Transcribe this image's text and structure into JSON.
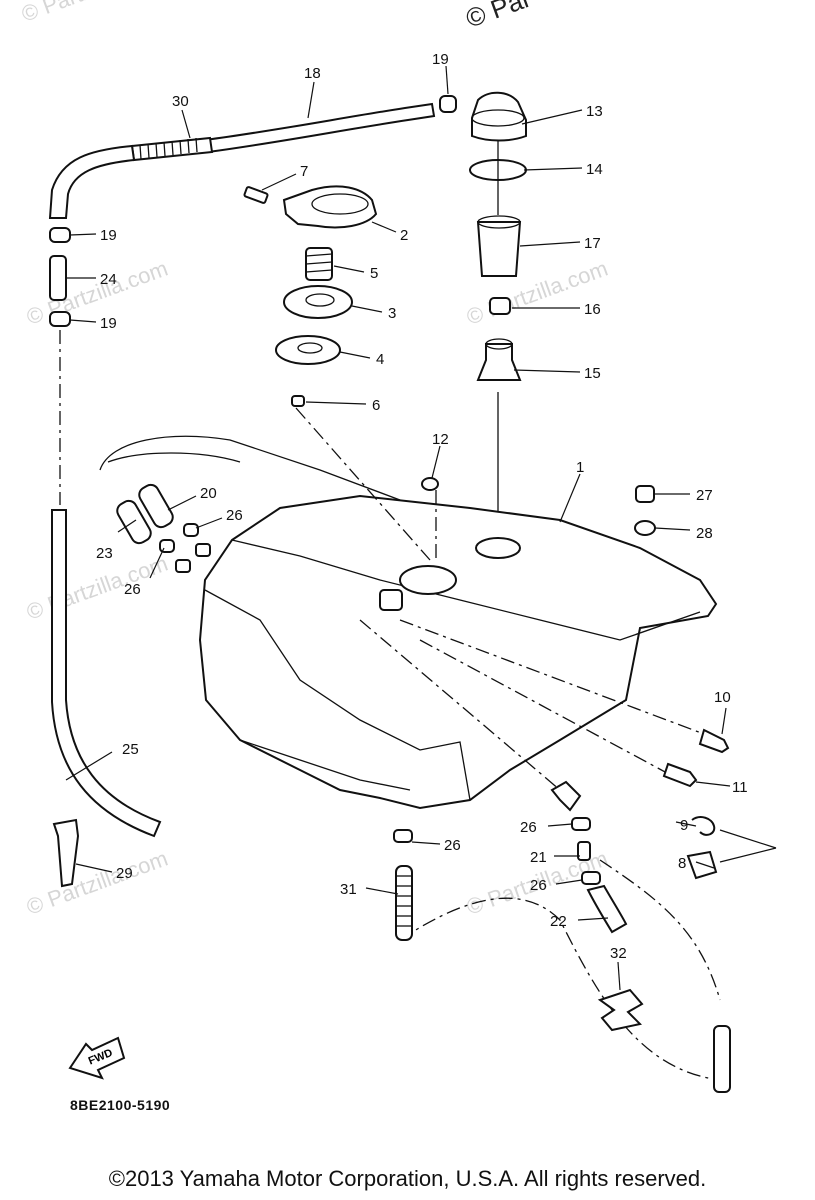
{
  "watermark": "© Partzilla.com",
  "watermark_top": "© Par",
  "diagram_code": "8BE2100-5190",
  "fwd_label": "FWD",
  "copyright": "©2013  Yamaha Motor Corporation, U.S.A. All rights reserved.",
  "callouts": [
    {
      "id": "1",
      "label": "1"
    },
    {
      "id": "2",
      "label": "2"
    },
    {
      "id": "3",
      "label": "3"
    },
    {
      "id": "4",
      "label": "4"
    },
    {
      "id": "5",
      "label": "5"
    },
    {
      "id": "6",
      "label": "6"
    },
    {
      "id": "7",
      "label": "7"
    },
    {
      "id": "8",
      "label": "8"
    },
    {
      "id": "9",
      "label": "9"
    },
    {
      "id": "10",
      "label": "10"
    },
    {
      "id": "11",
      "label": "11"
    },
    {
      "id": "12",
      "label": "12"
    },
    {
      "id": "13",
      "label": "13"
    },
    {
      "id": "14",
      "label": "14"
    },
    {
      "id": "15",
      "label": "15"
    },
    {
      "id": "16",
      "label": "16"
    },
    {
      "id": "17",
      "label": "17"
    },
    {
      "id": "18",
      "label": "18"
    },
    {
      "id": "19a",
      "label": "19"
    },
    {
      "id": "19b",
      "label": "19"
    },
    {
      "id": "19c",
      "label": "19"
    },
    {
      "id": "20",
      "label": "20"
    },
    {
      "id": "21",
      "label": "21"
    },
    {
      "id": "22",
      "label": "22"
    },
    {
      "id": "23",
      "label": "23"
    },
    {
      "id": "24",
      "label": "24"
    },
    {
      "id": "25",
      "label": "25"
    },
    {
      "id": "26a",
      "label": "26"
    },
    {
      "id": "26b",
      "label": "26"
    },
    {
      "id": "26c",
      "label": "26"
    },
    {
      "id": "26d",
      "label": "26"
    },
    {
      "id": "26e",
      "label": "26"
    },
    {
      "id": "27",
      "label": "27"
    },
    {
      "id": "28",
      "label": "28"
    },
    {
      "id": "29",
      "label": "29"
    },
    {
      "id": "30",
      "label": "30"
    },
    {
      "id": "31",
      "label": "31"
    },
    {
      "id": "32",
      "label": "32"
    }
  ]
}
